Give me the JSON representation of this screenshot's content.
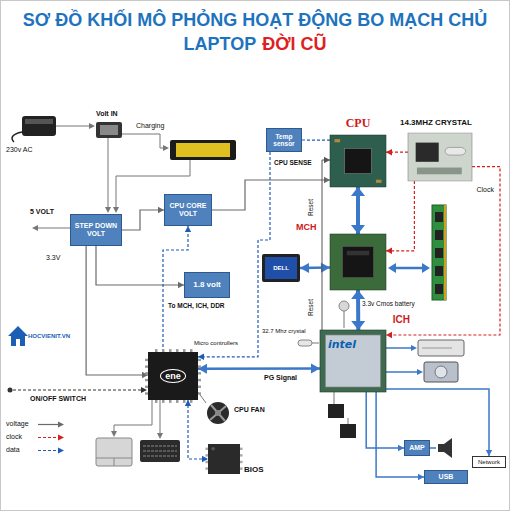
{
  "diagram": {
    "title": "SƠ ĐỒ KHỐI MÔ PHỎNG HOẠT ĐỘNG BO MẠCH CHỦ LAPTOP",
    "nodes": [
      {
        "text": [
          "Temp sensor"
        ]
      },
      {
        "text": [
          "CPU"
        ]
      },
      {
        "text": [
          "14.3MHZ CRYSTAL",
          "Clock"
        ]
      },
      {
        "text": [
          "STEP DOWN VOLT"
        ]
      },
      {
        "text": [
          "CPU CORE VOLT"
        ]
      },
      {
        "text": [
          "MCH"
        ]
      },
      {
        "text": [
          "DELL"
        ]
      },
      {
        "text": [
          "1.8 volt"
        ]
      },
      {
        "text": [
          "ICH",
          "intel"
        ]
      },
      {
        "text": [
          "ene"
        ]
      },
      {
        "text": [
          "AMP"
        ]
      },
      {
        "text": [
          "Network"
        ]
      },
      {
        "text": [
          "USB"
        ]
      },
      {
        "text": [
          "BIOS"
        ]
      }
    ],
    "edges": [
      {
        "from": 1,
        "to": 5,
        "arrow": "both"
      },
      {
        "from": 5,
        "to": 8,
        "arrow": "both"
      },
      {
        "from": 5,
        "to": 6,
        "arrow": "both"
      },
      {
        "from": 9,
        "to": 8,
        "label": "PG Signal",
        "arrow": "both"
      },
      {
        "from": 2,
        "to": 1,
        "arrow": "to"
      },
      {
        "from": 2,
        "to": 5,
        "arrow": "to"
      },
      {
        "from": 2,
        "to": 8,
        "arrow": "to"
      },
      {
        "from": 0,
        "to": 1,
        "arrow": "none"
      },
      {
        "from": 0,
        "to": 9,
        "arrow": "to"
      },
      {
        "from": 4,
        "to": 1,
        "arrow": "to"
      },
      {
        "from": 3,
        "to": 4,
        "arrow": "to"
      },
      {
        "from": 3,
        "to": 7,
        "arrow": "to"
      },
      {
        "from": 3,
        "to": 9,
        "arrow": "to"
      },
      {
        "from": 9,
        "to": 4,
        "arrow": "to"
      },
      {
        "from": 8,
        "to": 1,
        "arrow": "to"
      },
      {
        "from": 8,
        "to": 10,
        "arrow": "to"
      },
      {
        "from": 8,
        "to": 12,
        "arrow": "to"
      },
      {
        "from": 8,
        "to": 11,
        "arrow": "to"
      },
      {
        "from": 9,
        "to": 13,
        "arrow": "both"
      }
    ],
    "labels": [
      "ĐỜI CŨ",
      "230v AC",
      "Volt IN",
      "Charging",
      "CPU SENSE",
      "5 VOLT",
      "3.3V",
      "To MCH, ICH, DDR",
      "Reset",
      "Reset",
      "3.3v Cmos battery",
      "32.7 Mhz crystal",
      "Micro controllers",
      "ON/OFF SWITCH",
      "CPU FAN",
      "HOCVIENIT.VN"
    ],
    "legend": [
      {
        "text": "voltage"
      },
      {
        "text": "clock"
      },
      {
        "text": "data"
      }
    ]
  }
}
